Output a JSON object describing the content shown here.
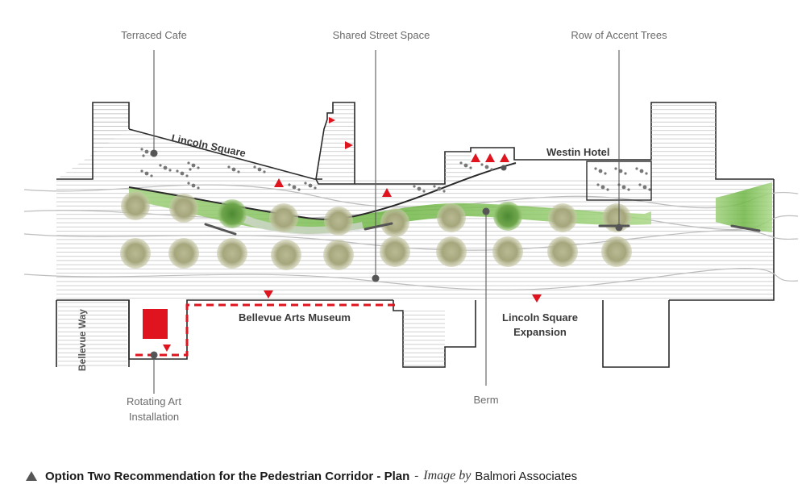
{
  "labels": {
    "terraced_cafe": "Terraced Cafe",
    "shared_street_space": "Shared Street Space",
    "row_of_accent_trees": "Row of Accent Trees",
    "lincoln_square": "Lincoln Square",
    "westin_hotel": "Westin Hotel",
    "bellevue_arts_museum": "Bellevue Arts Museum",
    "lincoln_square_expansion_line1": "Lincoln Square",
    "lincoln_square_expansion_line2": "Expansion",
    "bellevue_way": "Bellevue Way",
    "rotating_art_line1": "Rotating Art",
    "rotating_art_line2": "Installation",
    "berm": "Berm"
  },
  "caption": {
    "title": "Option Two Recommendation for the Pedestrian Corridor - Plan",
    "separator": "-",
    "credit_prefix": "Image by",
    "credit_name": "Balmori Associates"
  },
  "colors": {
    "accent_red": "#e0141e",
    "tree_olive": "#a3a578",
    "berm_green": "#7cc04e",
    "callout_grey": "#6b6b6b"
  }
}
